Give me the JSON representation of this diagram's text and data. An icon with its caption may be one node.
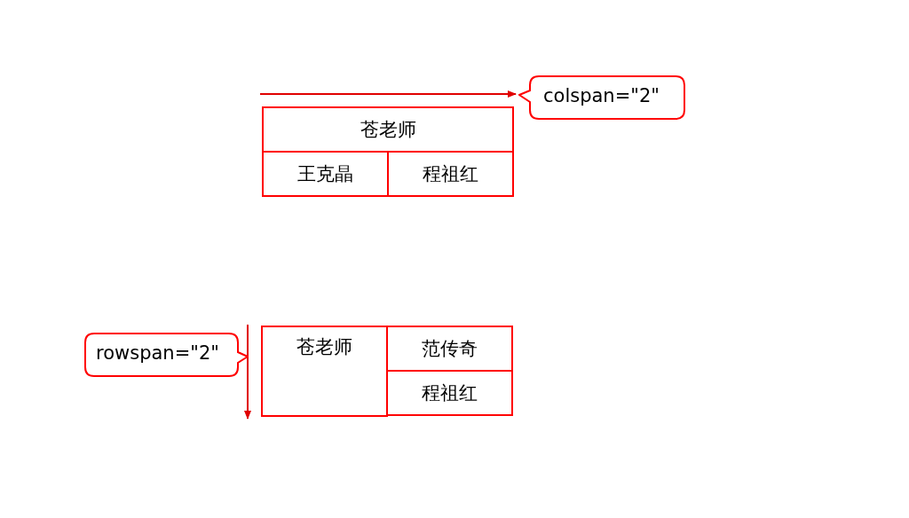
{
  "diagram": {
    "nodes": [
      {
        "text": [
          "colspan=\"2\""
        ]
      },
      {
        "text": [
          "rowspan=\"2\""
        ]
      }
    ],
    "edges": [],
    "labels": [
      "苍老师",
      "王克晶",
      "程祖红",
      "苍老师",
      "范传奇",
      "程祖红"
    ]
  }
}
